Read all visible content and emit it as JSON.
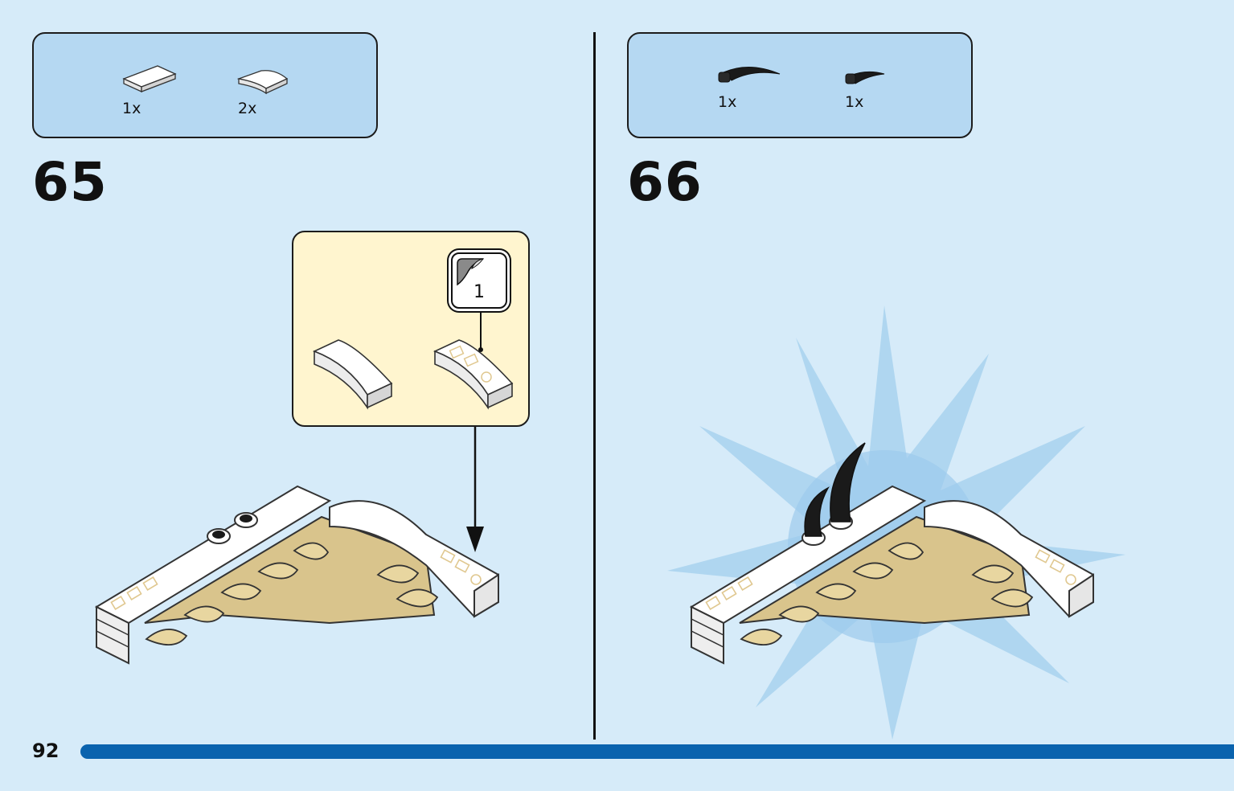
{
  "page": {
    "number": "92",
    "progress": 1.0
  },
  "steps": [
    {
      "number": "65",
      "parts": [
        {
          "qty": "1x",
          "icon": "white-tile-icon"
        },
        {
          "qty": "2x",
          "icon": "white-curved-slope-icon"
        }
      ],
      "callout": {
        "sticker_number": "1"
      }
    },
    {
      "number": "66",
      "parts": [
        {
          "qty": "1x",
          "icon": "black-large-horn-icon"
        },
        {
          "qty": "1x",
          "icon": "black-small-horn-icon"
        }
      ]
    }
  ],
  "colors": {
    "background": "#d6ebf9",
    "parts_box": "#b5d8f2",
    "callout": "#fff5cf",
    "progress_bar": "#0a63ae",
    "tan": "#d9c48c",
    "black_element": "#1a1a1a"
  }
}
